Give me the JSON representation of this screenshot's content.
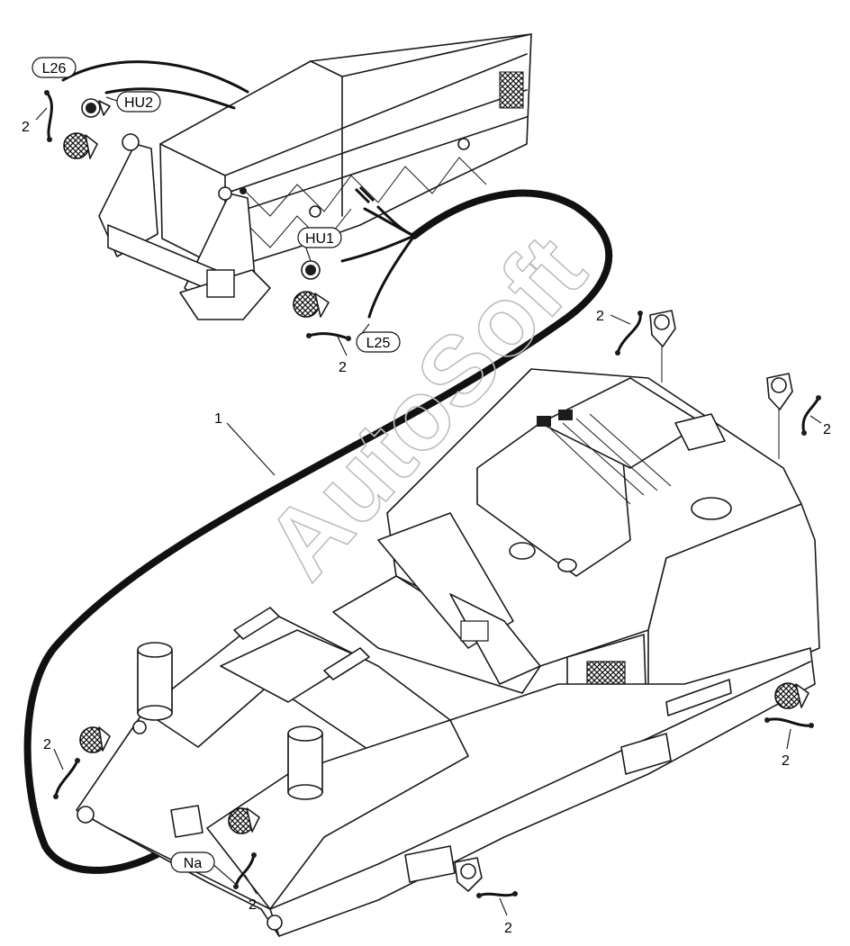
{
  "watermark": "AutoSoft",
  "callouts": {
    "harness_main": "1",
    "jumper_a": "2",
    "jumper_b": "2",
    "jumper_c": "2",
    "jumper_d": "2",
    "jumper_e": "2",
    "jumper_f": "2",
    "jumper_g": "2",
    "jumper_h": "2"
  },
  "connectors": {
    "l26": "L26",
    "hu2": "HU2",
    "hu1": "HU1",
    "l25": "L25",
    "na": "Na"
  }
}
